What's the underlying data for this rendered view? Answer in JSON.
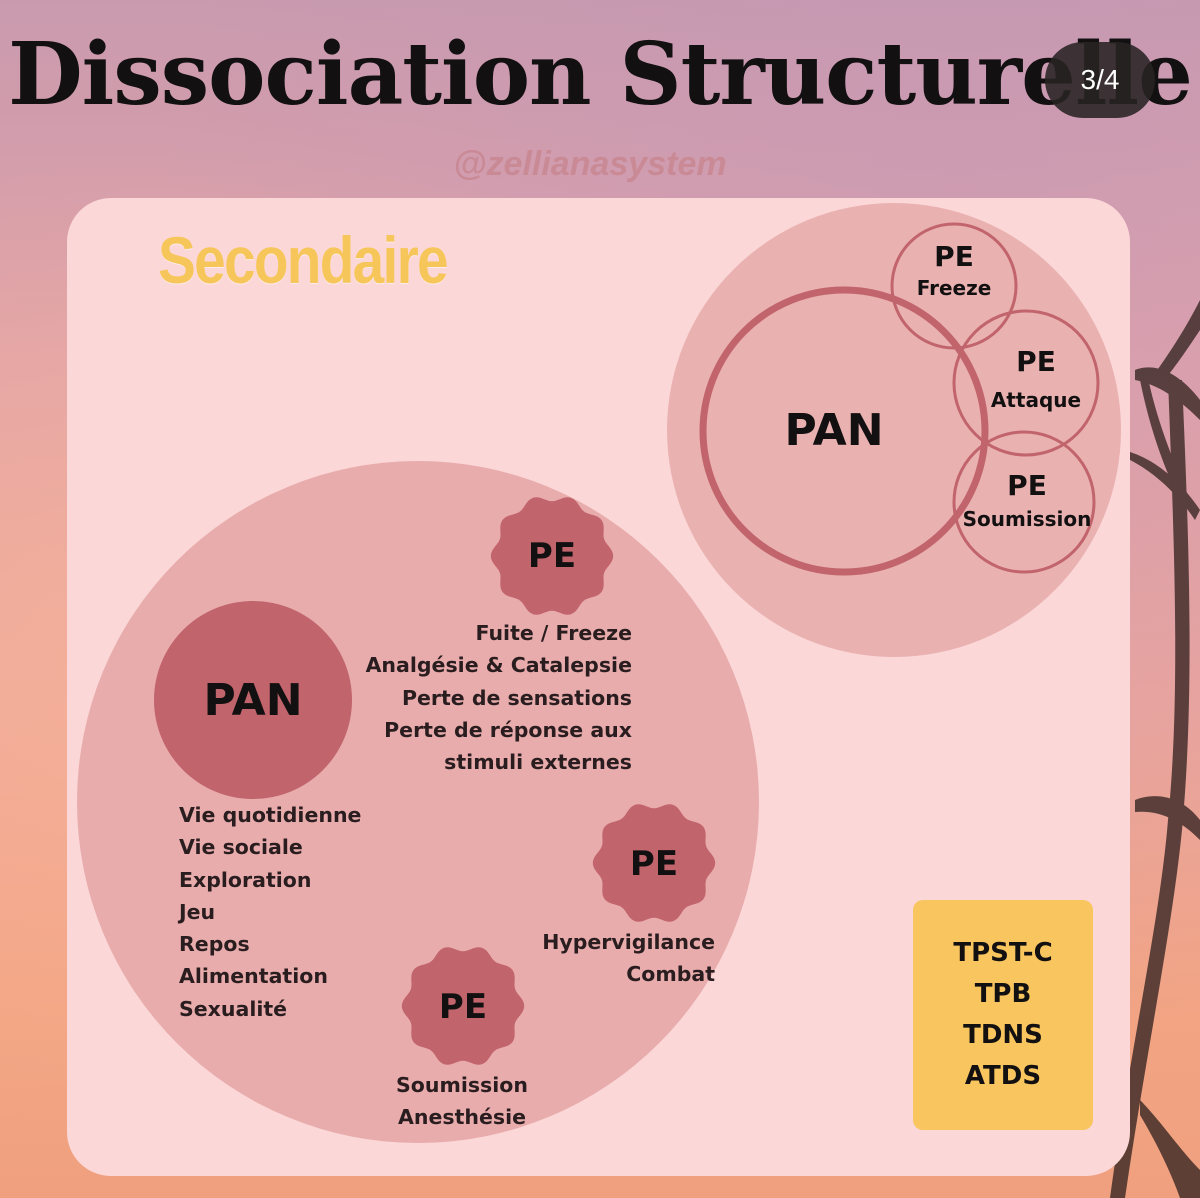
{
  "header": {
    "title": "Dissociation Structurelle",
    "page_indicator": "3/4",
    "handle": "@zellianasystem"
  },
  "section": {
    "title": "Secondaire"
  },
  "main_diagram": {
    "pan": {
      "label": "PAN",
      "items": [
        "Vie quotidienne",
        "Vie sociale",
        "Exploration",
        "Jeu",
        "Repos",
        "Alimentation",
        "Sexualité"
      ]
    },
    "pe_flight": {
      "label": "PE",
      "items": [
        "Fuite / Freeze",
        "Analgésie & Catalepsie",
        "Perte de sensations",
        "Perte de réponse aux",
        "stimuli externes"
      ]
    },
    "pe_fight": {
      "label": "PE",
      "items": [
        "Hypervigilance",
        "Combat"
      ]
    },
    "pe_submit": {
      "label": "PE",
      "items": [
        "Soumission",
        "Anesthésie"
      ]
    }
  },
  "venn": {
    "pan_label": "PAN",
    "pe_freeze": {
      "label": "PE",
      "sub": "Freeze"
    },
    "pe_attaque": {
      "label": "PE",
      "sub": "Attaque"
    },
    "pe_soumission": {
      "label": "PE",
      "sub": "Soumission"
    }
  },
  "disorders": [
    "TPST-C",
    "TPB",
    "TDNS",
    "ATDS"
  ],
  "colors": {
    "card": "#fbd7d7",
    "big_circle": "#e9acac",
    "pan_fill": "#c1646c",
    "pe_fill": "#c1646c",
    "venn_stroke": "#c1646c",
    "section_title": "#f7c65a",
    "disorders_box": "#f9c55e"
  }
}
